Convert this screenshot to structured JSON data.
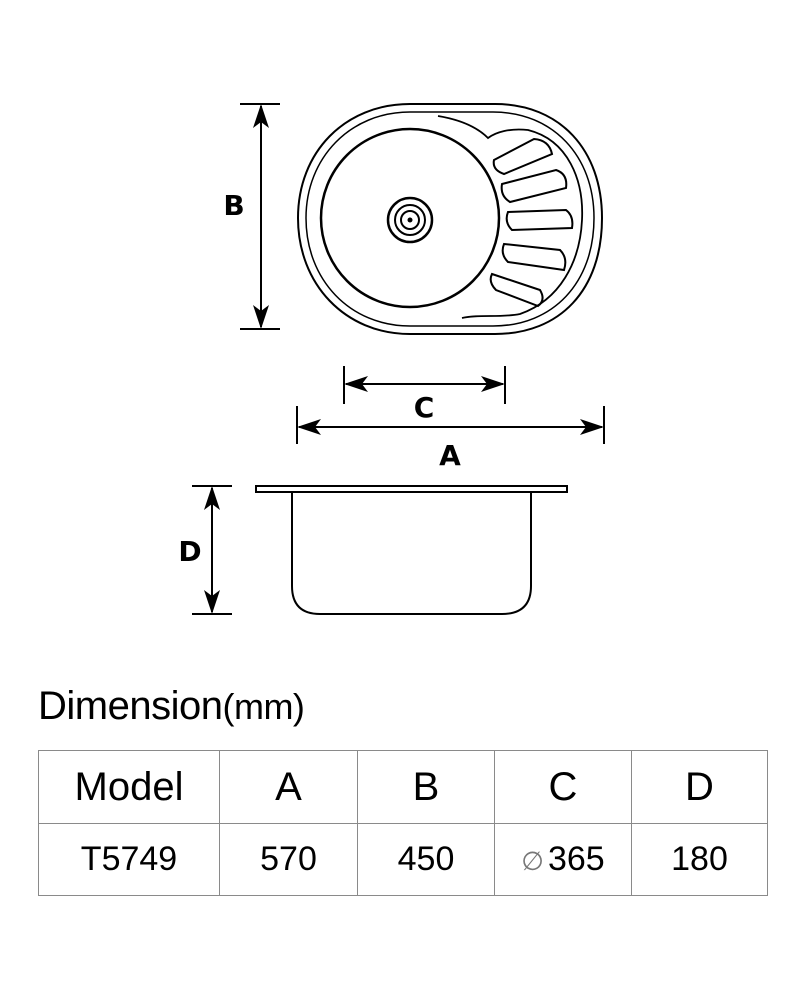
{
  "drawing": {
    "labels": {
      "a": "A",
      "b": "B",
      "c": "C",
      "d": "D"
    }
  },
  "table": {
    "title": "Dimension",
    "unit": "(mm)",
    "headers": [
      "Model",
      "A",
      "B",
      "C",
      "D"
    ],
    "row": {
      "model": "T5749",
      "a": "570",
      "b": "450",
      "c_symbol": "∅",
      "c": "365",
      "d": "180"
    }
  }
}
